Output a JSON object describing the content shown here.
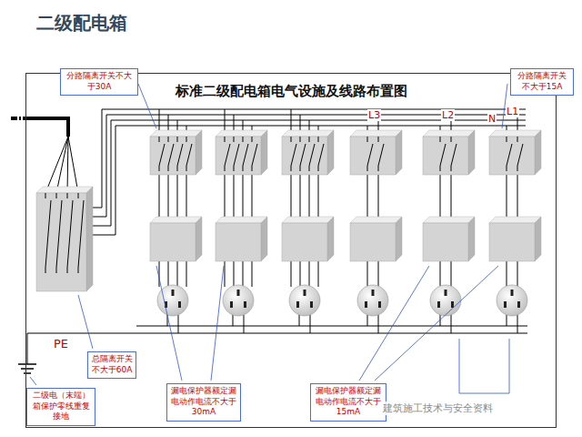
{
  "diagram": {
    "title": "二级配电箱",
    "nodes": [
      {
        "text": [
          "标准二级配电箱电气设施及线路布置图"
        ]
      },
      {
        "text": [
          "分路隔离开关不大于30A"
        ],
        "in": 0
      },
      {
        "text": [
          "分路隔离开关不大于15A"
        ],
        "in": 0
      },
      {
        "text": [
          "总隔离开关不大于60A"
        ],
        "in": 0
      },
      {
        "text": [
          "二级电（末端）箱保护零线重复接地"
        ],
        "in": 0
      },
      {
        "text": [
          "漏电保护器额定漏电动作电流不大于30mA"
        ],
        "in": 0
      },
      {
        "text": [
          "漏电保护器额定漏电动作电流不大于15mA"
        ],
        "in": 0
      }
    ],
    "edges": [],
    "labels": [
      "L3",
      "L2",
      "N",
      "L1",
      "PE",
      "建筑施工技术与安全资料"
    ]
  }
}
